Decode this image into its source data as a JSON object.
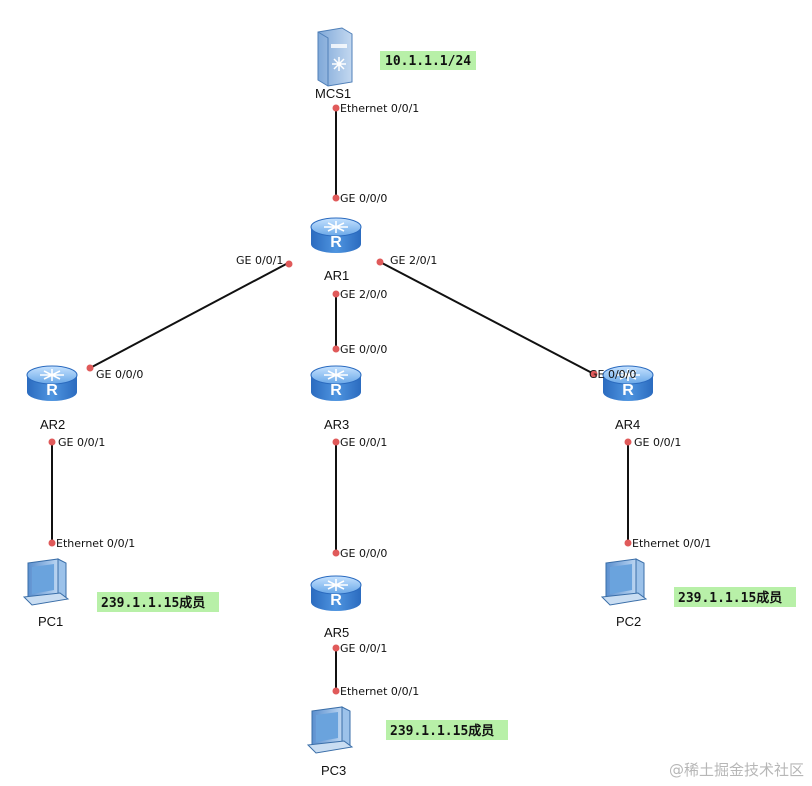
{
  "diagram": {
    "devices": {
      "mcs1": {
        "label": "MCS1",
        "ip_note": "10.1.1.1/24",
        "port_down": "Ethernet 0/0/1"
      },
      "ar1": {
        "label": "AR1",
        "port_up": "GE 0/0/0",
        "port_left": "GE 0/0/1",
        "port_down": "GE 2/0/0",
        "port_right": "GE 2/0/1"
      },
      "ar2": {
        "label": "AR2",
        "port_up": "GE 0/0/0",
        "port_down": "GE 0/0/1"
      },
      "ar3": {
        "label": "AR3",
        "port_up": "GE 0/0/0",
        "port_down": "GE 0/0/1"
      },
      "ar4": {
        "label": "AR4",
        "port_up": "GE 0/0/0",
        "port_down": "GE 0/0/1"
      },
      "ar5": {
        "label": "AR5",
        "port_up": "GE 0/0/0",
        "port_down": "GE 0/0/1"
      },
      "pc1": {
        "label": "PC1",
        "port_up": "Ethernet 0/0/1",
        "member_note": "239.1.1.15成员"
      },
      "pc2": {
        "label": "PC2",
        "port_up": "Ethernet 0/0/1",
        "member_note": "239.1.1.15成员"
      },
      "pc3": {
        "label": "PC3",
        "port_up": "Ethernet 0/0/1",
        "member_note": "239.1.1.15成员"
      }
    },
    "colors": {
      "router_body": "#3e7fd0",
      "router_top": "#8dbff0",
      "pc_body": "#6fa6dc",
      "link": "#111111",
      "port_dot": "#e05a5a",
      "note_bg": "#b8f0a8"
    },
    "watermark": "@稀土掘金技术社区"
  }
}
